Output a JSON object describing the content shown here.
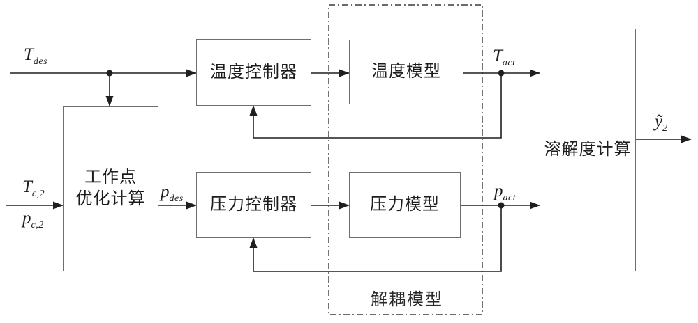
{
  "colors": {
    "background": "#ffffff",
    "wire": "#1f1f1f",
    "box_border": "#6e6e6e",
    "dashed_border": "#3a3a3a",
    "text": "#1c1c1c"
  },
  "blocks": [
    {
      "id": "operating-point-optimization",
      "lines": [
        "工作点",
        "优化计算"
      ]
    },
    {
      "id": "temperature-controller",
      "label": "温度控制器"
    },
    {
      "id": "temperature-model",
      "label": "温度模型"
    },
    {
      "id": "pressure-controller",
      "label": "压力控制器"
    },
    {
      "id": "pressure-model",
      "label": "压力模型"
    },
    {
      "id": "solubility-calculation",
      "label": "溶解度计算"
    }
  ],
  "group": {
    "label": "解耦模型"
  },
  "signals": {
    "t_des": {
      "base": "T",
      "sub": "des"
    },
    "t_c2": {
      "base": "T",
      "sub": "c,2"
    },
    "p_c2": {
      "base": "p",
      "sub": "c,2"
    },
    "p_des": {
      "base": "p",
      "sub": "des"
    },
    "t_act": {
      "base": "T",
      "sub": "act"
    },
    "p_act": {
      "base": "p",
      "sub": "act"
    },
    "y2": {
      "base": "ỹ",
      "sub": "2"
    }
  }
}
